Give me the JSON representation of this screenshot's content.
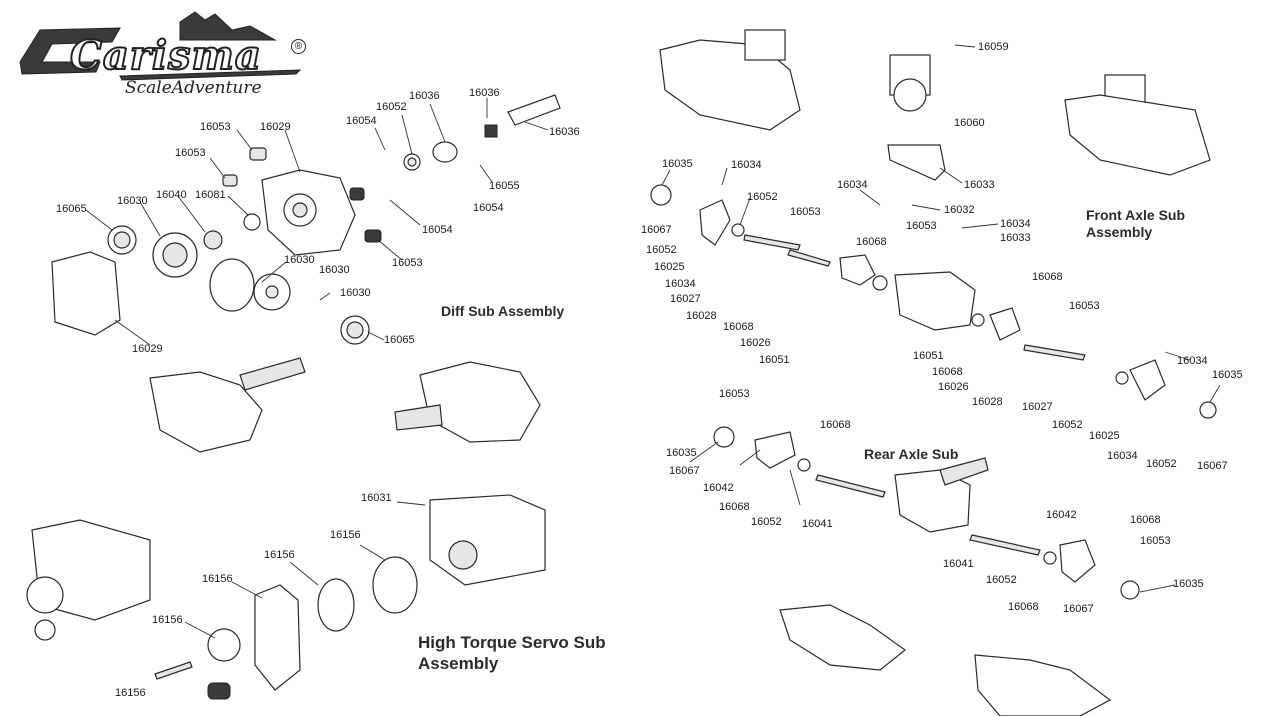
{
  "logo": {
    "brand": "Carisma",
    "tagline": "ScaleAdventure",
    "mark": "®"
  },
  "headings": {
    "diff": "Diff Sub Assembly",
    "front_axle": "Front Axle Sub Assembly",
    "rear_axle": "Rear Axle Sub",
    "servo": "High Torque Servo Sub Assembly"
  },
  "part_labels": [
    "16053",
    "16029",
    "16053",
    "16054",
    "16052",
    "16036",
    "16036",
    "16036",
    "16055",
    "16054",
    "16065",
    "16030",
    "16040",
    "16081",
    "16054",
    "16053",
    "16030",
    "16030",
    "16030",
    "16029",
    "16065",
    "16059",
    "16060",
    "16033",
    "16035",
    "16034",
    "16052",
    "16053",
    "16034",
    "16032",
    "16053",
    "16034",
    "16033",
    "16068",
    "16067",
    "16052",
    "16025",
    "16034",
    "16027",
    "16028",
    "16068",
    "16026",
    "16051",
    "16068",
    "16053",
    "16051",
    "16068",
    "16026",
    "16028",
    "16034",
    "16035",
    "16027",
    "16052",
    "16025",
    "16034",
    "16052",
    "16067",
    "16053",
    "16068",
    "16035",
    "16067",
    "16042",
    "16068",
    "16052",
    "16041",
    "16042",
    "16068",
    "16053",
    "16041",
    "16052",
    "16068",
    "16067",
    "16035",
    "16031",
    "16156",
    "16156",
    "16156",
    "16156",
    "16156"
  ]
}
